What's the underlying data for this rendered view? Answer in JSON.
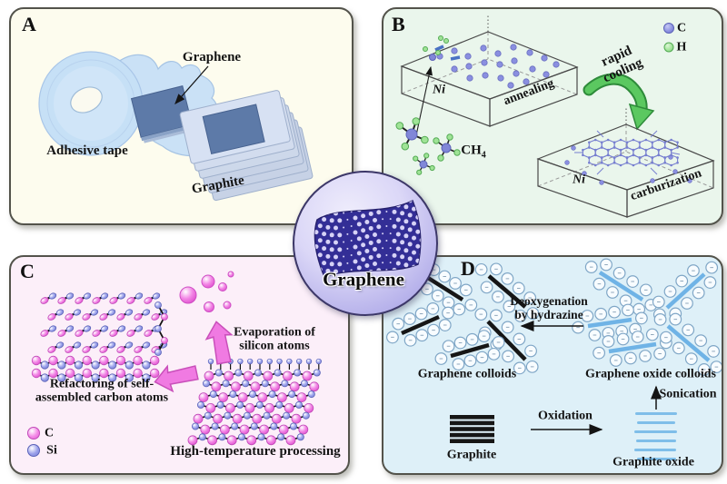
{
  "center": {
    "label": "Graphene"
  },
  "panels": {
    "a": {
      "letter": "A",
      "graphene_label": "Graphene",
      "adhesive_tape_label": "Adhesive tape",
      "graphite_label": "Graphite"
    },
    "b": {
      "letter": "B",
      "legend_c": "C",
      "legend_h": "H",
      "ni_top": "Ni",
      "annealing": "annealing",
      "rapid_cooling_line1": "rapid",
      "rapid_cooling_line2": "cooling",
      "ch4_base": "CH",
      "ch4_subscript": "4",
      "ni_bottom": "Ni",
      "carburization": "carburization"
    },
    "c": {
      "letter": "C",
      "evaporation_line1": "Evaporation of",
      "evaporation_line2": "silicon atoms",
      "refactoring_line1": "Refactoring of self-",
      "refactoring_line2": "assembled carbon atoms",
      "high_temperature": "High-temperature processing",
      "legend_c": "C",
      "legend_si": "Si"
    },
    "d": {
      "letter": "D",
      "graphene_colloids": "Graphene colloids",
      "deoxygenation_line1": "Deoxygenation",
      "deoxygenation_line2": "by hydrazine",
      "graphene_oxide_colloids": "Graphene oxide colloids",
      "sonication": "Sonication",
      "oxidation": "Oxidation",
      "graphite": "Graphite",
      "graphite_oxide": "Graphite oxide"
    }
  },
  "colors": {
    "panel_a_bg": "#fdfcee",
    "panel_b_bg": "#eaf6ec",
    "panel_c_bg": "#fceff9",
    "panel_d_bg": "#def0f8",
    "carbon_atom_purple": "#8a8fe0",
    "hydrogen_atom_green": "#9fe396",
    "carbon_pink": "#e35fd4",
    "silicon_blue": "#7c83d8",
    "graphene_sheet_indigo": "#332e96",
    "center_circle_lavender": "#b5b0ea",
    "tape_blue": "#cae1f6",
    "flake_slate_blue": "#5d7aa8",
    "green_arrow": "#5bc860",
    "pink_arrow": "#f07ae2",
    "oxide_blue": "#6fb3e6",
    "colloid_bar_black": "#161616"
  }
}
